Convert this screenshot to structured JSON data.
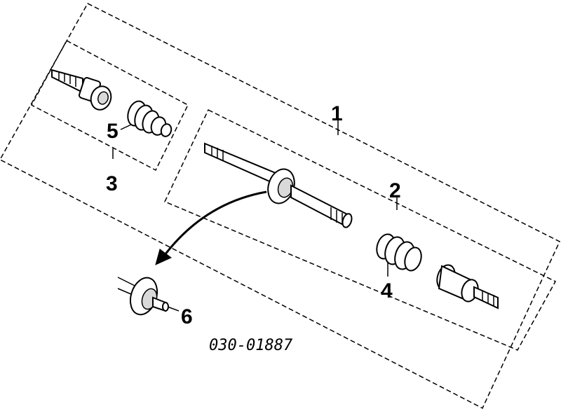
{
  "callouts": {
    "c1": "1",
    "c2": "2",
    "c3": "3",
    "c4": "4",
    "c5": "5",
    "c6": "6"
  },
  "part_number": "030-01887"
}
